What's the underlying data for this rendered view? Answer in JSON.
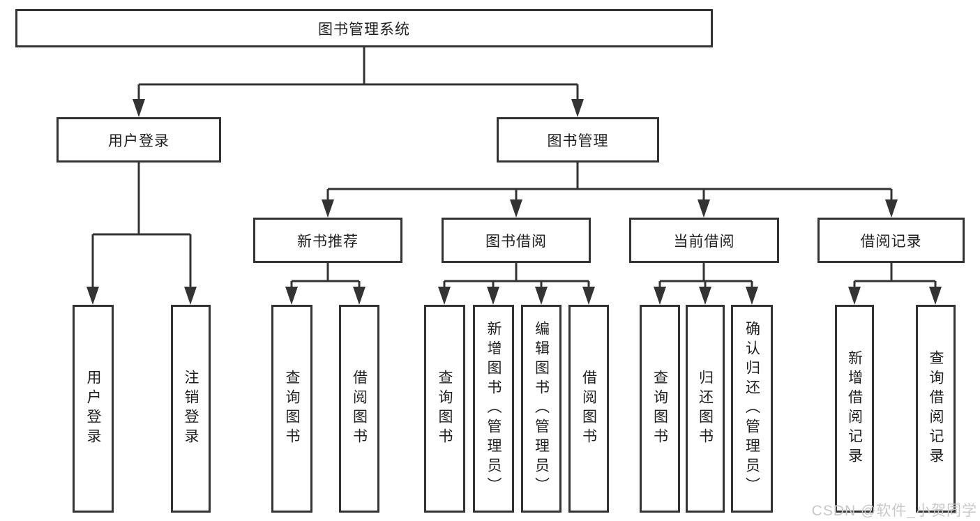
{
  "colors": {
    "line": "#333333",
    "text": "#1f1f1f",
    "watermark": "#c8c8c8",
    "background": "#ffffff"
  },
  "diagram": {
    "root": "图书管理系统",
    "login": {
      "label": "用户登录",
      "children": [
        "用户登录",
        "注销登录"
      ]
    },
    "management": {
      "label": "图书管理",
      "sections": [
        {
          "label": "新书推荐",
          "children": [
            "查询图书",
            "借阅图书"
          ]
        },
        {
          "label": "图书借阅",
          "children": [
            "查询图书",
            "新增图书（管理员）",
            "编辑图书（管理员）",
            "借阅图书"
          ]
        },
        {
          "label": "当前借阅",
          "children": [
            "查询图书",
            "归还图书",
            "确认归还（管理员）"
          ]
        },
        {
          "label": "借阅记录",
          "children": [
            "新增借阅记录",
            "查询借阅记录"
          ]
        }
      ]
    }
  },
  "watermark": "CSDN @软件_小贺同学"
}
